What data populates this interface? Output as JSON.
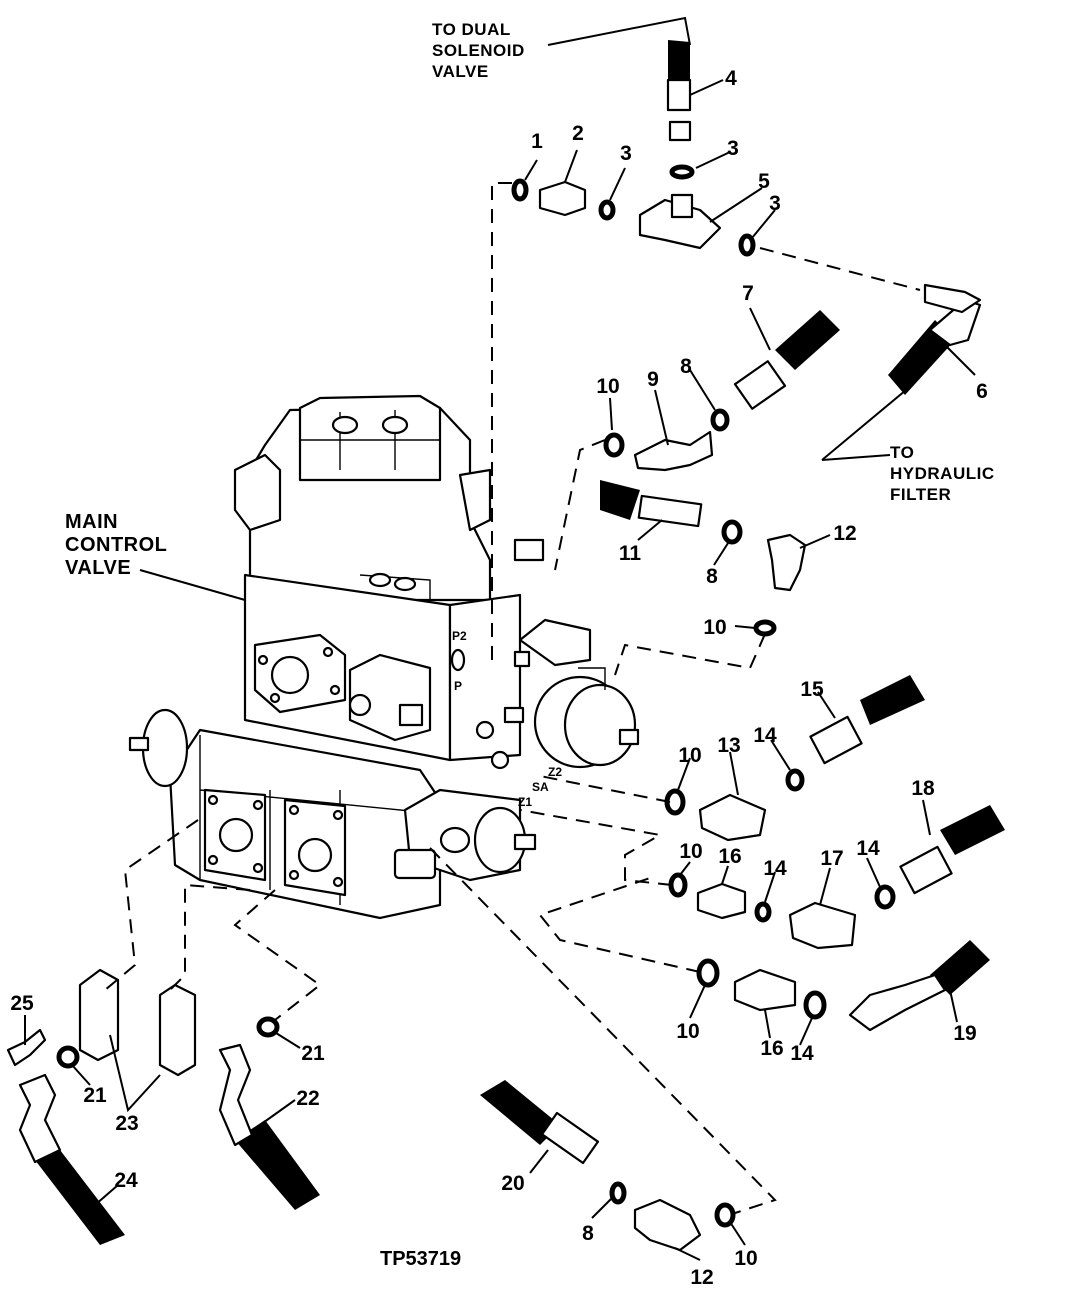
{
  "figure_id": "TP53719",
  "callouts": {
    "to_dual_solenoid": [
      "TO DUAL",
      "SOLENOID",
      "VALVE"
    ],
    "to_hydraulic_filter": [
      "TO",
      "HYDRAULIC",
      "FILTER"
    ],
    "main_control_valve": [
      "MAIN",
      "CONTROL",
      "VALVE"
    ]
  },
  "port_labels": [
    "P2",
    "P",
    "Z2",
    "SA",
    "Z1"
  ],
  "part_numbers": [
    {
      "id": "n1",
      "text": "1"
    },
    {
      "id": "n2",
      "text": "2"
    },
    {
      "id": "n3a",
      "text": "3"
    },
    {
      "id": "n3b",
      "text": "3"
    },
    {
      "id": "n3c",
      "text": "3"
    },
    {
      "id": "n4",
      "text": "4"
    },
    {
      "id": "n5",
      "text": "5"
    },
    {
      "id": "n6",
      "text": "6"
    },
    {
      "id": "n7",
      "text": "7"
    },
    {
      "id": "n8a",
      "text": "8"
    },
    {
      "id": "n8b",
      "text": "8"
    },
    {
      "id": "n8c",
      "text": "8"
    },
    {
      "id": "n9",
      "text": "9"
    },
    {
      "id": "n10a",
      "text": "10"
    },
    {
      "id": "n10b",
      "text": "10"
    },
    {
      "id": "n10c",
      "text": "10"
    },
    {
      "id": "n10d",
      "text": "10"
    },
    {
      "id": "n10e",
      "text": "10"
    },
    {
      "id": "n10f",
      "text": "10"
    },
    {
      "id": "n11",
      "text": "11"
    },
    {
      "id": "n12a",
      "text": "12"
    },
    {
      "id": "n12b",
      "text": "12"
    },
    {
      "id": "n13",
      "text": "13"
    },
    {
      "id": "n14a",
      "text": "14"
    },
    {
      "id": "n14b",
      "text": "14"
    },
    {
      "id": "n14c",
      "text": "14"
    },
    {
      "id": "n14d",
      "text": "14"
    },
    {
      "id": "n15",
      "text": "15"
    },
    {
      "id": "n16a",
      "text": "16"
    },
    {
      "id": "n16b",
      "text": "16"
    },
    {
      "id": "n17",
      "text": "17"
    },
    {
      "id": "n18",
      "text": "18"
    },
    {
      "id": "n19",
      "text": "19"
    },
    {
      "id": "n20",
      "text": "20"
    },
    {
      "id": "n21a",
      "text": "21"
    },
    {
      "id": "n21b",
      "text": "21"
    },
    {
      "id": "n22",
      "text": "22"
    },
    {
      "id": "n23",
      "text": "23"
    },
    {
      "id": "n24",
      "text": "24"
    },
    {
      "id": "n25",
      "text": "25"
    }
  ]
}
